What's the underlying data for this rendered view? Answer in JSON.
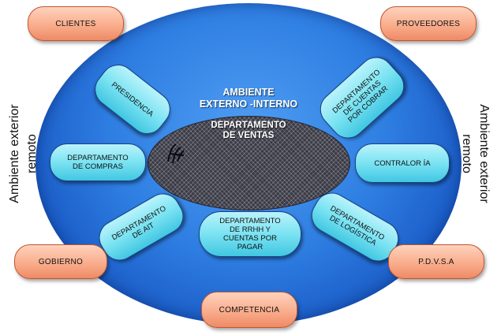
{
  "diagram": {
    "environment_title": "AMBIENTE\nEXTERNO -INTERNO",
    "core_department": "DEPARTAMENTO\nDE VENTAS",
    "departments": {
      "presidencia": "PRESIDENCIA",
      "cuentas_cobrar": "DEPARTAMENTO\nDE CUENTAS\nPOR COBRAR",
      "compras": "DEPARTAMENTO\nDE COMPRAS",
      "contraloria": "CONTRALOR ÍA",
      "ait": "DEPARTAMENTO\nDE AIT",
      "rrhh": "DEPARTAMENTO\nDE RRHH Y\nCUENTAS POR\nPAGAR",
      "logistica": "DEPARTAMENTO\nDE LOGÍSTICA"
    },
    "external_entities": {
      "clientes": "CLIENTES",
      "proveedores": "PROVEEDORES",
      "gobierno": "GOBIERNO",
      "pdvsa": "P.D.V.S.A",
      "competencia": "COMPETENCIA"
    },
    "remote_environment": {
      "left": "Ambiente exterior\nremoto",
      "right": "Ambiente exterior\nremoto"
    }
  },
  "colors": {
    "big_ellipse": "#2f7fe3",
    "department_fill": "#7be3f2",
    "external_fill": "#f9ad8c",
    "core_fill": "#3a3a46"
  }
}
